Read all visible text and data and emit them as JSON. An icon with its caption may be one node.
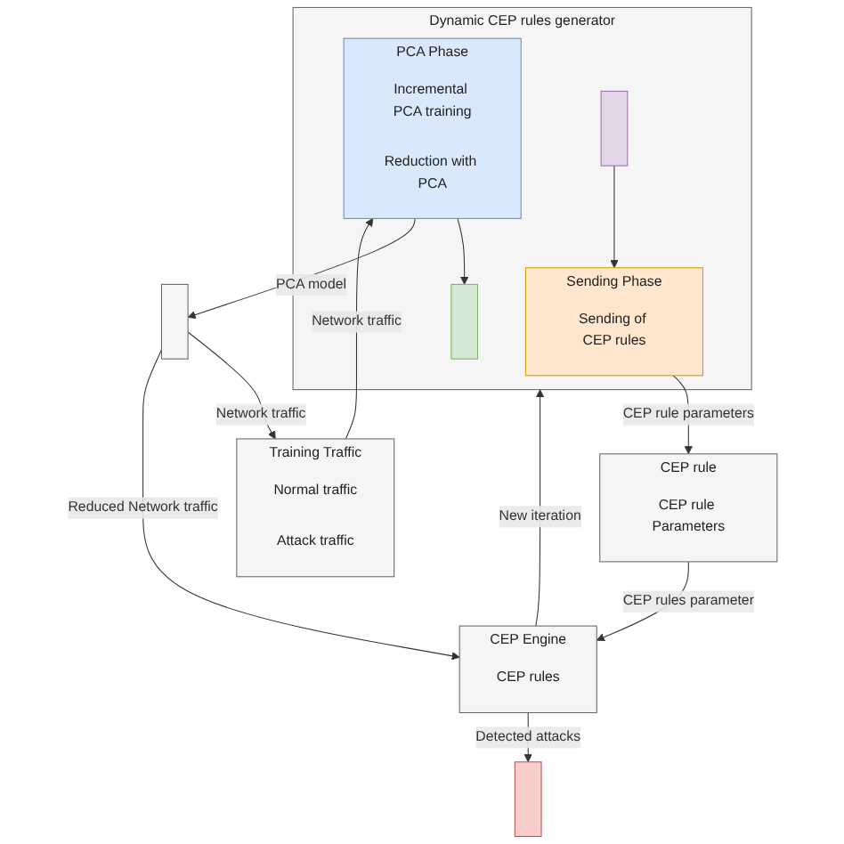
{
  "diagram": {
    "nodes": [
      {
        "text": [
          "Training Traffic"
        ]
      },
      {
        "text": [
          "Normal traffic"
        ],
        "in": 0
      },
      {
        "text": [
          "Attack traffic"
        ],
        "in": 0
      },
      {
        "text": [
          "Dynamic CEP rules generator"
        ]
      },
      {
        "text": [
          "PCA Phase"
        ],
        "in": 3
      },
      {
        "text": [
          "Incremental PCA training"
        ],
        "in": 4
      },
      {
        "text": [
          "Reduction with PCA"
        ],
        "in": 4
      },
      {
        "text": [],
        "shape": "box",
        "in": 3
      },
      {
        "text": [
          "Sending Phase"
        ],
        "in": 3
      },
      {
        "text": [
          "Sending of CEP rules"
        ],
        "in": 8
      },
      {
        "text": [],
        "shape": "box",
        "in": 3
      },
      {
        "text": [
          "CEP rule"
        ]
      },
      {
        "text": [
          "CEP rule Parameters"
        ],
        "in": 11
      },
      {
        "text": [
          "CEP Engine"
        ]
      },
      {
        "text": [
          "CEP rules"
        ],
        "in": 13
      },
      {
        "text": [],
        "shape": "box"
      },
      {
        "text": [],
        "shape": "box"
      }
    ],
    "edges": [
      {
        "from": 15,
        "to": 0,
        "arrow": "to",
        "label": "Network traffic"
      },
      {
        "from": 0,
        "to": 4,
        "arrow": "to",
        "label": "Network traffic"
      },
      {
        "from": 4,
        "to": 7,
        "arrow": "to"
      },
      {
        "from": 4,
        "to": 15,
        "arrow": "to",
        "label": "PCA model"
      },
      {
        "from": 10,
        "to": 8,
        "arrow": "to"
      },
      {
        "from": 8,
        "to": 11,
        "arrow": "to",
        "label": "CEP rule parameters"
      },
      {
        "from": 11,
        "to": 13,
        "arrow": "to",
        "label": "CEP rules parameter"
      },
      {
        "from": 15,
        "to": 13,
        "arrow": "to",
        "label": "Reduced Network traffic"
      },
      {
        "from": 13,
        "to": 16,
        "arrow": "to",
        "label": "Detected attacks"
      },
      {
        "from": 13,
        "to": 3,
        "arrow": "to",
        "label": "New iteration"
      }
    ]
  }
}
